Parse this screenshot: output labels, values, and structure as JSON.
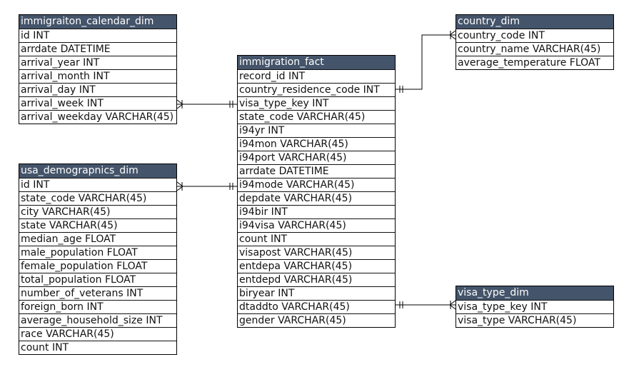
{
  "entities": [
    {
      "id": "immigraiton_calendar_dim",
      "title": "immigraiton_calendar_dim",
      "fields": [
        "id INT",
        "arrdate DATETIME",
        "arrival_year INT",
        "arrival_month INT",
        "arrival_day INT",
        "arrival_week INT",
        "arrival_weekday VARCHAR(45)"
      ]
    },
    {
      "id": "usa_demograpnics_dim",
      "title": "usa_demograpnics_dim",
      "fields": [
        "id INT",
        "state_code VARCHAR(45)",
        "city VARCHAR(45)",
        "state VARCHAR(45)",
        "median_age FLOAT",
        "male_population FLOAT",
        "female_population FLOAT",
        "total_population FLOAT",
        "number_of_veterans INT",
        "foreign_born INT",
        "average_household_size INT",
        "race VARCHAR(45)",
        "count INT"
      ]
    },
    {
      "id": "immigration_fact",
      "title": "immigration_fact",
      "fields": [
        "record_id INT",
        "country_residence_code INT",
        "visa_type_key INT",
        "state_code VARCHAR(45)",
        "i94yr INT",
        "i94mon VARCHAR(45)",
        "i94port VARCHAR(45)",
        "arrdate DATETIME",
        "i94mode VARCHAR(45)",
        "depdate VARCHAR(45)",
        "i94bir INT",
        "i94visa VARCHAR(45)",
        "count INT",
        "visapost VARCHAR(45)",
        "entdepa VARCHAR(45)",
        "entdepd VARCHAR(45)",
        "biryear INT",
        "dtaddto VARCHAR(45)",
        "gender VARCHAR(45)"
      ]
    },
    {
      "id": "country_dim",
      "title": "country_dim",
      "fields": [
        "country_code INT",
        "country_name VARCHAR(45)",
        "average_temperature FLOAT"
      ]
    },
    {
      "id": "visa_type_dim",
      "title": "visa_type_dim",
      "fields": [
        "visa_type_key INT",
        "visa_type VARCHAR(45)"
      ]
    }
  ],
  "relationships": [
    {
      "from": "immigraiton_calendar_dim",
      "to": "immigration_fact",
      "from_end": "many",
      "to_end": "one"
    },
    {
      "from": "usa_demograpnics_dim",
      "to": "immigration_fact",
      "from_end": "many",
      "to_end": "one"
    },
    {
      "from": "country_dim",
      "to": "immigration_fact",
      "from_end": "many",
      "to_end": "one"
    },
    {
      "from": "visa_type_dim",
      "to": "immigration_fact",
      "from_end": "many",
      "to_end": "one"
    }
  ]
}
